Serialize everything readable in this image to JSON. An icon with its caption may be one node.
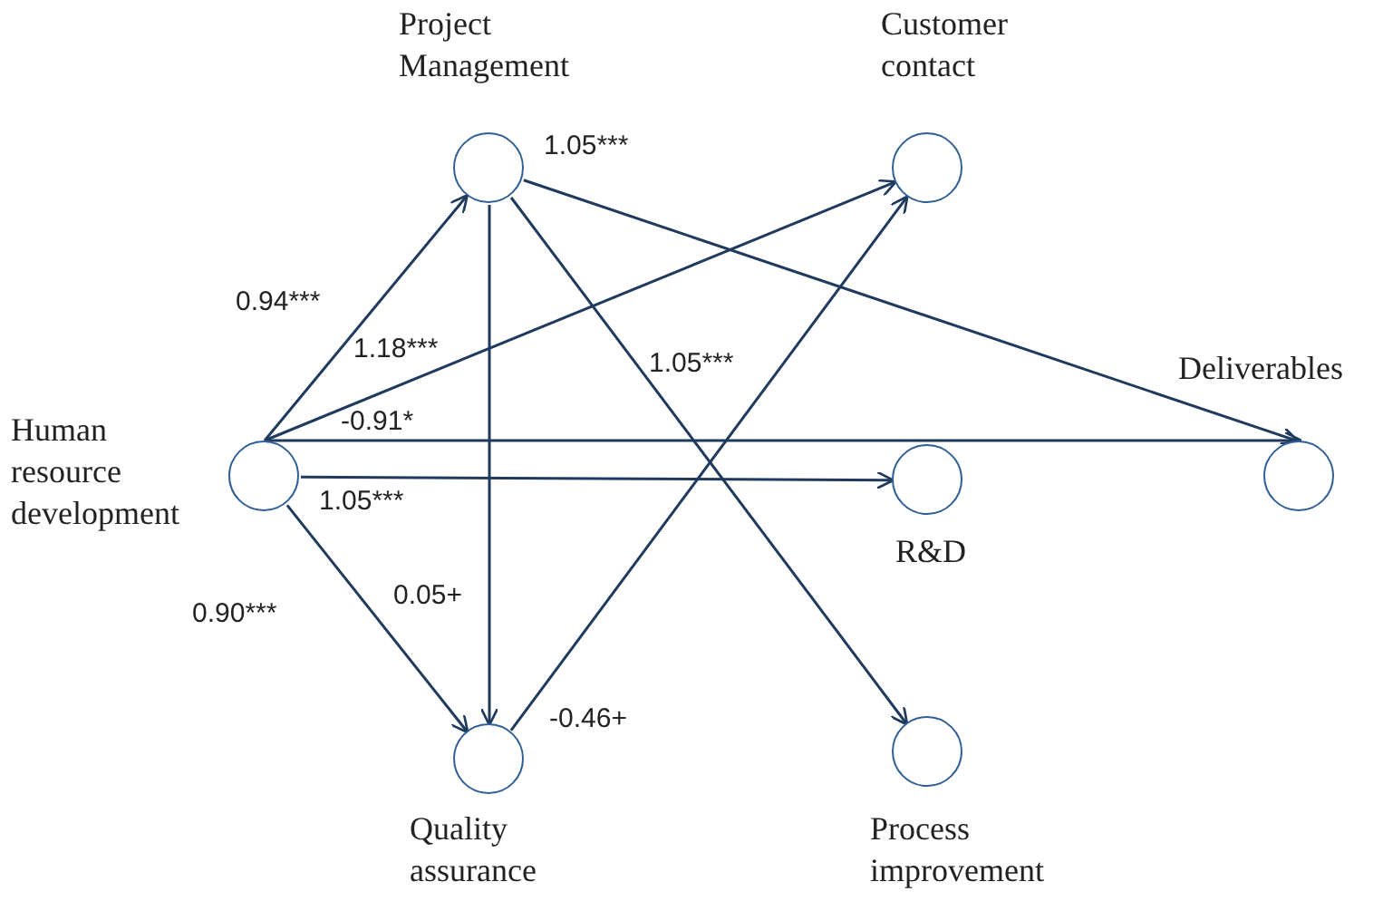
{
  "diagram": {
    "nodes": [
      {
        "text": [
          "Project Management"
        ]
      },
      {
        "text": [
          "Customer contact"
        ]
      },
      {
        "text": [
          "Human resource development"
        ]
      },
      {
        "text": [
          "Deliverables"
        ]
      },
      {
        "text": [
          "R&D"
        ]
      },
      {
        "text": [
          "Quality assurance"
        ]
      },
      {
        "text": [
          "Process improvement"
        ]
      }
    ],
    "edges": [
      {
        "from": 2,
        "to": 0,
        "arrow": "to",
        "label": "0.94***"
      },
      {
        "from": 2,
        "to": 1,
        "arrow": "to",
        "label": "1.18***"
      },
      {
        "from": 2,
        "to": 3,
        "arrow": "to",
        "label": "-0.91*"
      },
      {
        "from": 2,
        "to": 4,
        "arrow": "to",
        "label": "1.05***"
      },
      {
        "from": 2,
        "to": 5,
        "arrow": "to",
        "label": "0.90***"
      },
      {
        "from": 0,
        "to": 3,
        "arrow": "to",
        "label": "1.05***"
      },
      {
        "from": 0,
        "to": 6,
        "arrow": "to",
        "label": "1.05***"
      },
      {
        "from": 0,
        "to": 5,
        "arrow": "to",
        "label": "0.05+"
      },
      {
        "from": 5,
        "to": 1,
        "arrow": "to",
        "label": "-0.46+"
      }
    ]
  }
}
